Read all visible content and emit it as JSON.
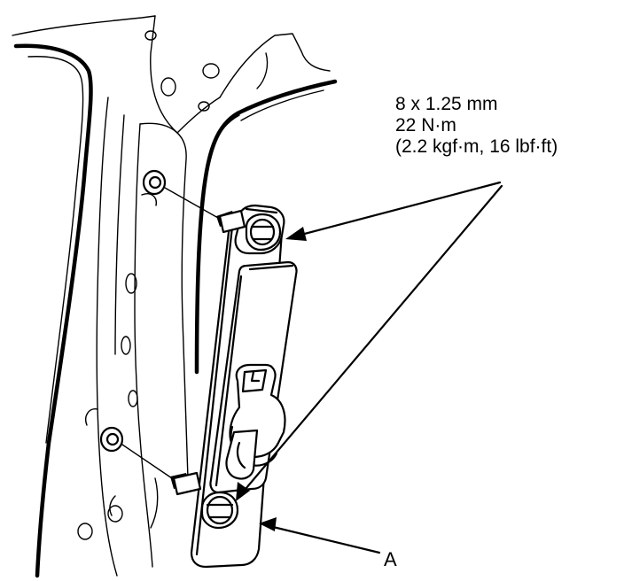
{
  "spec": {
    "size": "8 x 1.25 mm",
    "torque_nm": "22 N·m",
    "torque_alt": "(2.2 kgf·m, 16 lbf·ft)"
  },
  "labels": {
    "part_a": "A"
  },
  "icons": [
    "bolt-icon",
    "nut-icon",
    "sensor-bracket",
    "leader-arrow"
  ]
}
